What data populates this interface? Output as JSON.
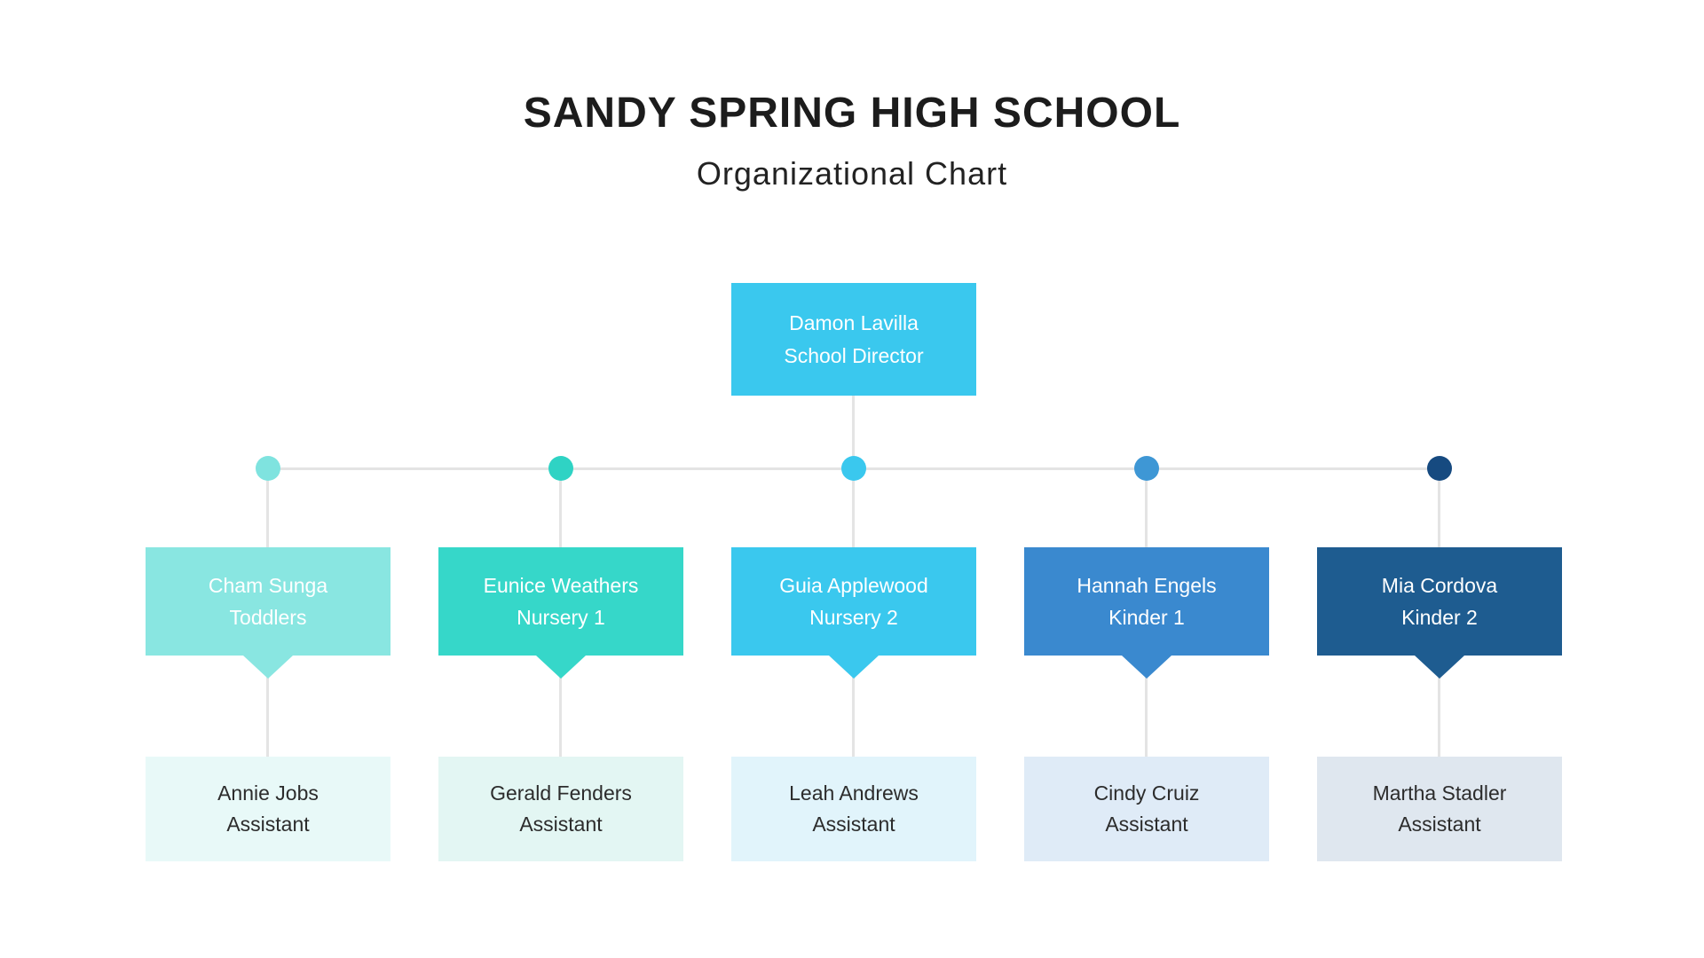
{
  "header": {
    "title": "SANDY SPRING HIGH SCHOOL",
    "subtitle": "Organizational Chart"
  },
  "director": {
    "name": "Damon Lavilla",
    "role": "School Director",
    "box_color": "#3ac8ee"
  },
  "connector_color": "#e4e4e4",
  "columns": [
    {
      "teacher": {
        "name": "Cham Sunga",
        "role": "Toddlers"
      },
      "assistant": {
        "name": "Annie Jobs",
        "role": "Assistant"
      },
      "colors": {
        "box": "#89e6e1",
        "dot": "#7fe3df",
        "assistant_bg": "#e8f9f8"
      }
    },
    {
      "teacher": {
        "name": "Eunice Weathers",
        "role": "Nursery 1"
      },
      "assistant": {
        "name": "Gerald Fenders",
        "role": "Assistant"
      },
      "colors": {
        "box": "#36d7c9",
        "dot": "#2fd3c4",
        "assistant_bg": "#e3f6f3"
      }
    },
    {
      "teacher": {
        "name": "Guia Applewood",
        "role": "Nursery 2"
      },
      "assistant": {
        "name": "Leah Andrews",
        "role": "Assistant"
      },
      "colors": {
        "box": "#3ac8ee",
        "dot": "#3ac8ee",
        "assistant_bg": "#e1f4fb"
      }
    },
    {
      "teacher": {
        "name": "Hannah Engels",
        "role": "Kinder 1"
      },
      "assistant": {
        "name": "Cindy Cruiz",
        "role": "Assistant"
      },
      "colors": {
        "box": "#3a89cf",
        "dot": "#3e97d5",
        "assistant_bg": "#dfebf7"
      }
    },
    {
      "teacher": {
        "name": "Mia Cordova",
        "role": "Kinder 2"
      },
      "assistant": {
        "name": "Martha Stadler",
        "role": "Assistant"
      },
      "colors": {
        "box": "#1e5c90",
        "dot": "#164a80",
        "assistant_bg": "#dfe7ef"
      }
    }
  ]
}
